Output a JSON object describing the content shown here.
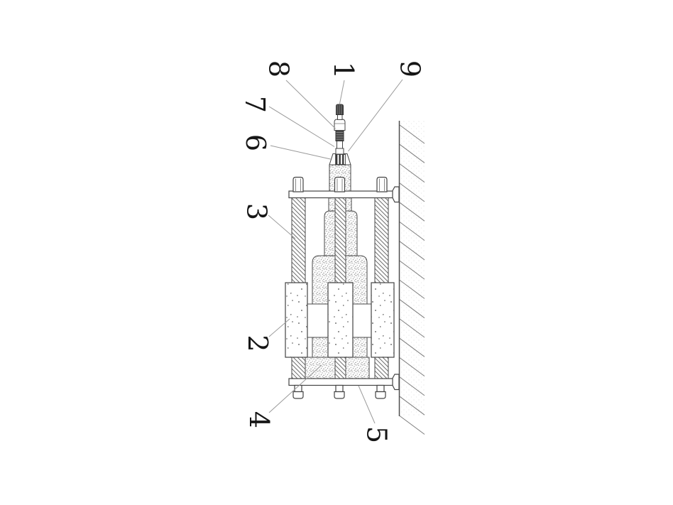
{
  "figure": {
    "kind": "patent-style sectional technical drawing",
    "description": "Side sectional view of a wall-mounted clamping/injection assembly: a nozzle stack on top, a stippled inner cylinder and piston rod between two bolted end plates tied by hatched rods, flanked by speckled blocks, anchored to a hatched wall on the right",
    "label_rotation_deg": 90
  },
  "colors": {
    "background": "#ffffff",
    "ink": "#474747",
    "leader": "#9a9a9a",
    "label_ink": "#161616",
    "hatch": "#6f6f6f",
    "wall_line": "#7d7d7d"
  },
  "labels": {
    "n1": "1",
    "n2": "2",
    "n3": "3",
    "n4": "4",
    "n5": "5",
    "n6": "6",
    "n7": "7",
    "n8": "8",
    "n9": "9"
  }
}
